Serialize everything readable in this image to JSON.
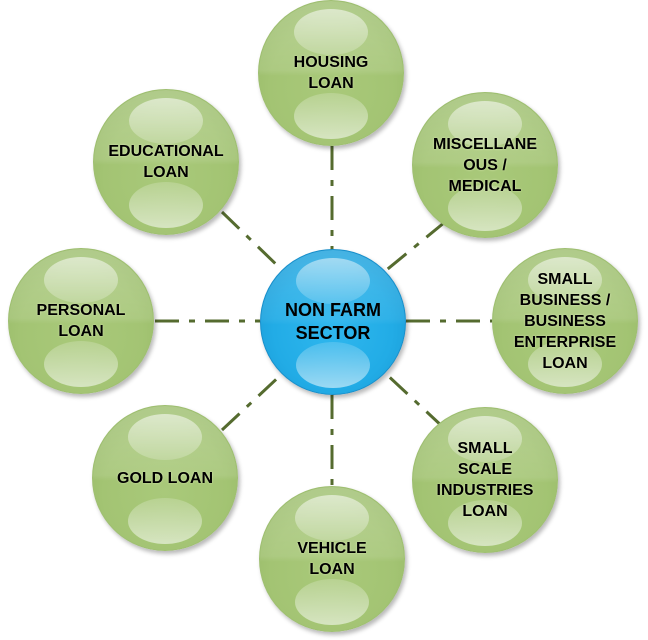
{
  "diagram": {
    "title": "",
    "center": {
      "label": "NON FARM\nSECTOR",
      "color": "#22ace6"
    },
    "node_color": "#a3c473",
    "connector_color": "#556b2f",
    "nodes": [
      {
        "id": "housing",
        "label": "HOUSING\nLOAN"
      },
      {
        "id": "miscellaneous-medical",
        "label": "MISCELLANE\nOUS /\nMEDICAL"
      },
      {
        "id": "small-business",
        "label": "SMALL\nBUSINESS /\nBUSINESS\nENTERPRISE\nLOAN"
      },
      {
        "id": "small-scale-industries",
        "label": "SMALL\nSCALE\nINDUSTRIES\nLOAN"
      },
      {
        "id": "vehicle",
        "label": "VEHICLE\nLOAN"
      },
      {
        "id": "gold",
        "label": "GOLD LOAN"
      },
      {
        "id": "personal",
        "label": "PERSONAL\nLOAN"
      },
      {
        "id": "educational",
        "label": "EDUCATIONAL\nLOAN"
      }
    ]
  }
}
